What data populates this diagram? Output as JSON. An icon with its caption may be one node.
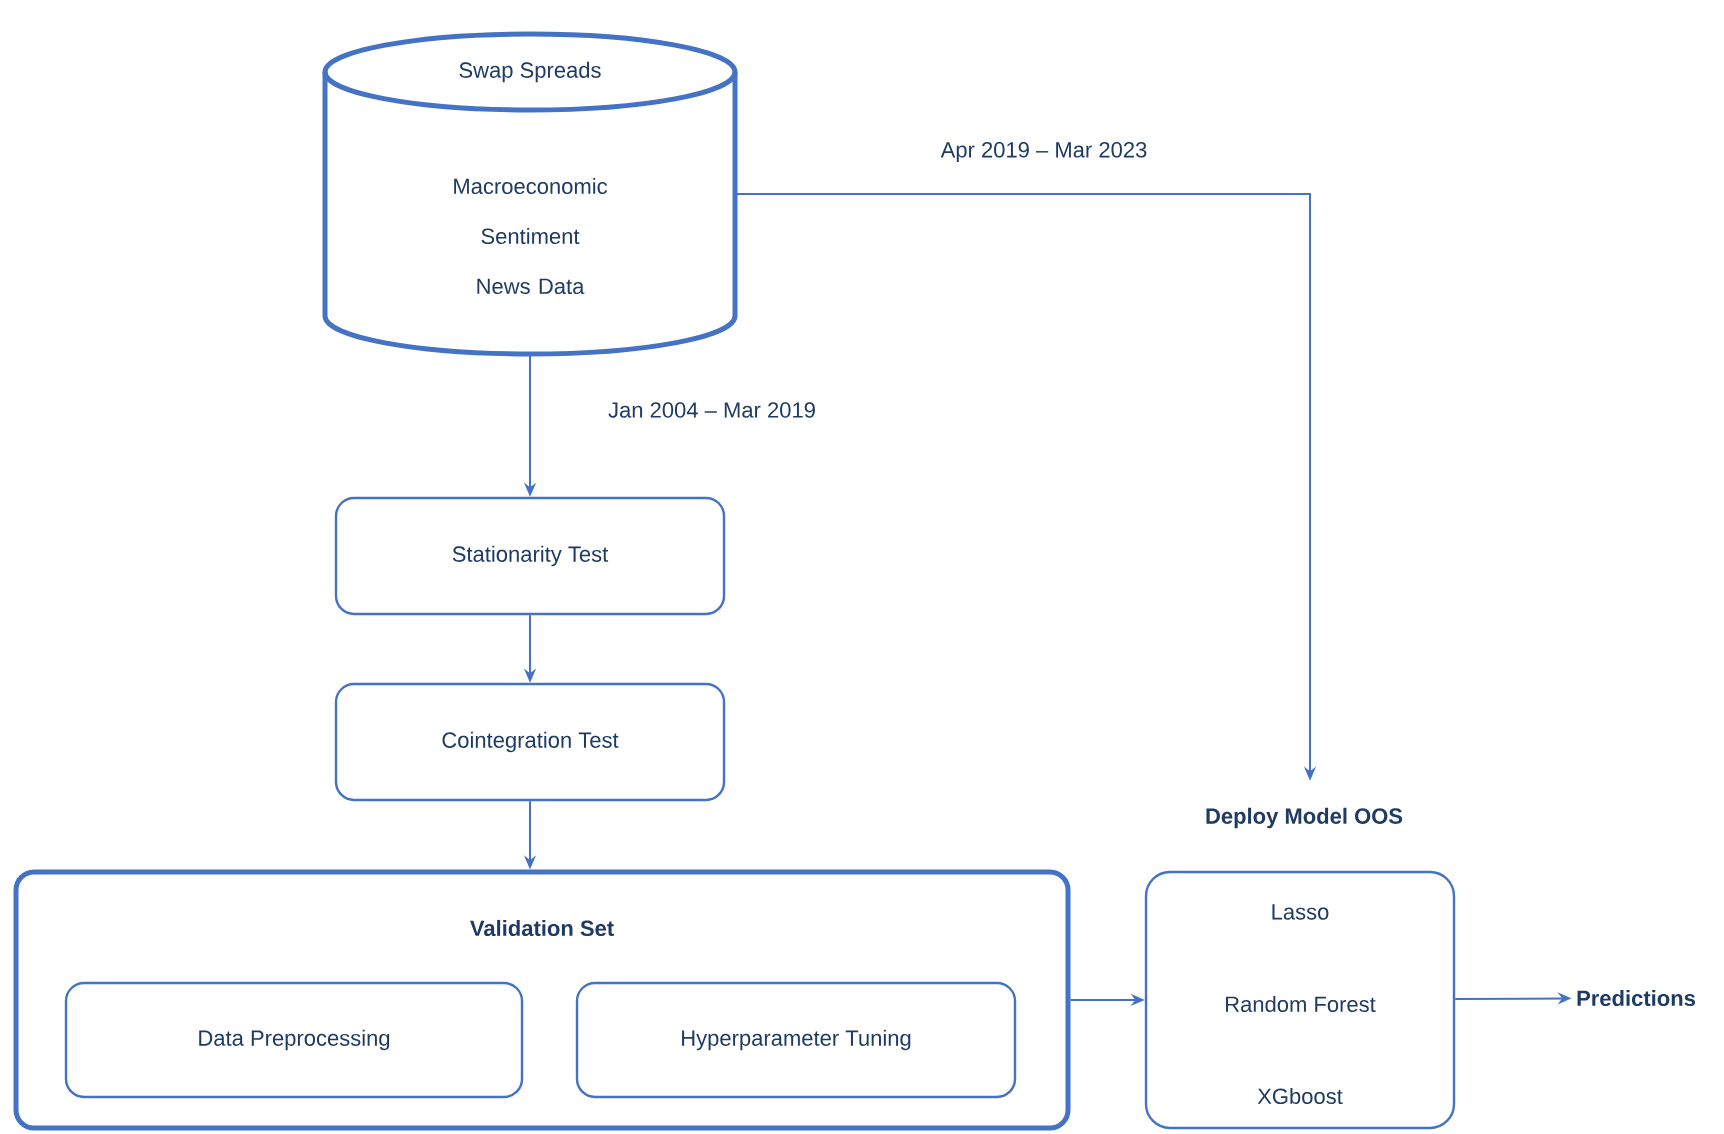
{
  "diagram": {
    "nodes": [
      {
        "text": [
          "Swap Spreads",
          "Macroeconomic Sentiment News Data"
        ]
      },
      {
        "text": [
          "Stationarity Test"
        ]
      },
      {
        "text": [
          "Cointegration Test"
        ]
      },
      {
        "text": [
          "Validation Set"
        ]
      },
      {
        "text": [
          "Data Preprocessing"
        ],
        "in": 3
      },
      {
        "text": [
          "Hyperparameter Tuning"
        ],
        "in": 3
      },
      {
        "text": [
          "Deploy Model OOS",
          "Lasso",
          "Random Forest",
          "XGboost"
        ]
      },
      {
        "text": [
          "Predictions"
        ]
      }
    ],
    "edges": [
      {
        "from": 0,
        "to": 1,
        "arrow": "to",
        "label": "Jan 2004 – Mar 2019"
      },
      {
        "from": 1,
        "to": 2,
        "arrow": "to"
      },
      {
        "from": 2,
        "to": 3,
        "arrow": "to"
      },
      {
        "from": 0,
        "to": 6,
        "arrow": "to",
        "label": "Apr 2019 – Mar 2023"
      },
      {
        "from": 3,
        "to": 6,
        "arrow": "to"
      },
      {
        "from": 6,
        "to": 7,
        "arrow": "to"
      }
    ]
  }
}
